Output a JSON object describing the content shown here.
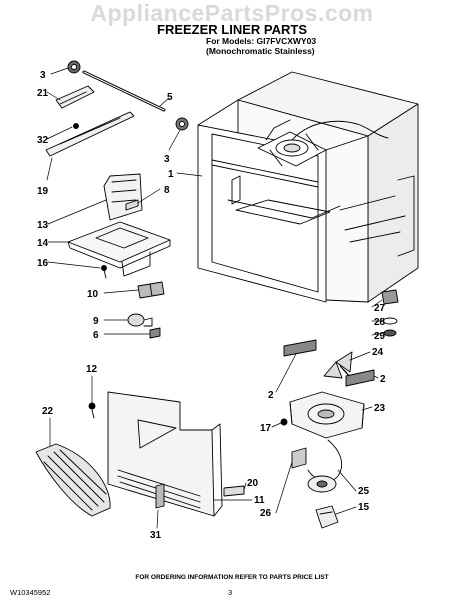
{
  "watermark": "AppliancePartsPros.com",
  "title": "FREEZER LINER PARTS",
  "models_line1": "For Models: GI7FVCXWY03",
  "models_line2": "(Monochromatic Stainless)",
  "order_note": "FOR ORDERING INFORMATION REFER TO PARTS PRICE LIST",
  "doc_number": "W10345952",
  "page_number": "3",
  "callouts": {
    "c3a": "3",
    "c21": "21",
    "c32": "32",
    "c19": "19",
    "c5": "5",
    "c3b": "3",
    "c1": "1",
    "c8": "8",
    "c13": "13",
    "c14": "14",
    "c16": "16",
    "c10": "10",
    "c9": "9",
    "c6": "6",
    "c12": "12",
    "c22": "22",
    "c31": "31",
    "c20": "20",
    "c11": "11",
    "c26": "26",
    "c25": "25",
    "c15": "15",
    "c27": "27",
    "c28": "28",
    "c29": "29",
    "c24": "24",
    "c2a": "2",
    "c2b": "2",
    "c23": "23",
    "c17": "17"
  }
}
